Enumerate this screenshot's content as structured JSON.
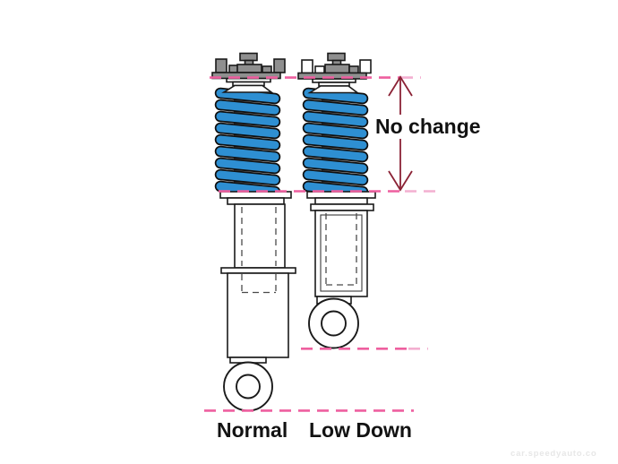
{
  "labels": {
    "normal": "Normal",
    "low_down": "Low Down"
  },
  "annotation": {
    "no_change": "No change"
  },
  "watermark": {
    "text": "car.speedyauto.co"
  },
  "colors": {
    "spring_blue": "#2E8FD2",
    "dashed_line_pink": "#EE5F9F",
    "arrow_maroon": "#8B2235",
    "hardware_gray": "#8F8F8F",
    "outline_black": "#1A1A1A"
  }
}
